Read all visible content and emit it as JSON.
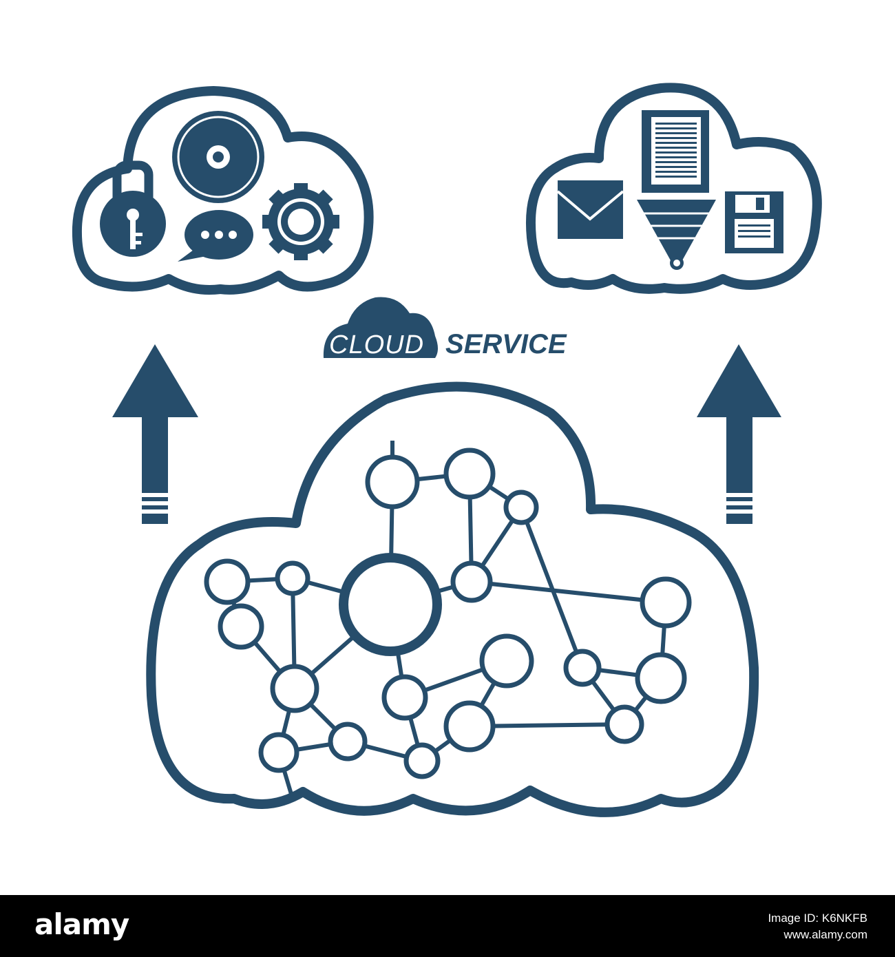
{
  "colors": {
    "primary": "#264d6b",
    "primary_dark": "#1c3a52",
    "node_edge": "#3f6f93",
    "background": "#ffffff",
    "bar": "#000000"
  },
  "title": {
    "word1": "CLOUD",
    "word2": "SERVICE"
  },
  "icons": {
    "left_cloud": [
      "padlock-icon",
      "cd-disc-icon",
      "chat-bubble-icon",
      "gear-icon"
    ],
    "right_cloud": [
      "mail-envelope-icon",
      "document-icon",
      "funnel-icon",
      "floppy-disk-icon"
    ],
    "center_cloud": [
      "network-graph-icon"
    ],
    "arrows": [
      "upload-arrow-icon",
      "upload-arrow-icon"
    ]
  },
  "stock": {
    "logo": "alamy",
    "image_id_label": "Image ID: K6NKFB",
    "site": "www.alamy.com"
  }
}
